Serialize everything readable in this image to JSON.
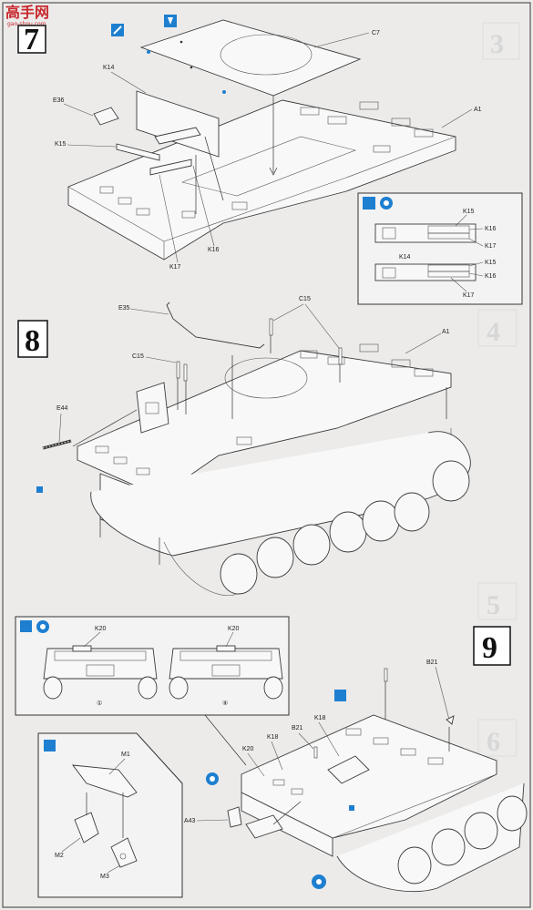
{
  "watermark": {
    "logo": "高手网",
    "url": "gao-shou.com"
  },
  "ghost_steps": [
    "3",
    "4",
    "5",
    "6"
  ],
  "step7": {
    "number": "7",
    "labels": {
      "c7": "C7",
      "a1": "A1",
      "k14": "K14",
      "e36": "E36",
      "k15": "K15",
      "k16": "K16",
      "k17": "K17"
    },
    "inset_labels": {
      "k15a": "K15",
      "k16a": "K16",
      "k17a": "K17",
      "k14": "K14",
      "k15b": "K15",
      "k16b": "K16",
      "k17b": "K17"
    }
  },
  "step8": {
    "number": "8",
    "labels": {
      "e35": "E35",
      "c15a": "C15",
      "a1": "A1",
      "c15b": "C15",
      "e44": "E44"
    }
  },
  "step9": {
    "number": "9",
    "inset_labels": {
      "k20a": "K20",
      "k20b": "K20",
      "circle1": "①",
      "circle4": "④"
    },
    "sub_labels": {
      "m1": "M1",
      "m2": "M2",
      "m3": "M3"
    },
    "labels": {
      "b21a": "B21",
      "k18a": "K18",
      "b21b": "B21",
      "k18b": "K18",
      "k20": "K20",
      "a43": "A43"
    }
  },
  "colors": {
    "accent_blue": "#1e7fd0",
    "ink": "#222222",
    "paper": "#ecebea"
  }
}
